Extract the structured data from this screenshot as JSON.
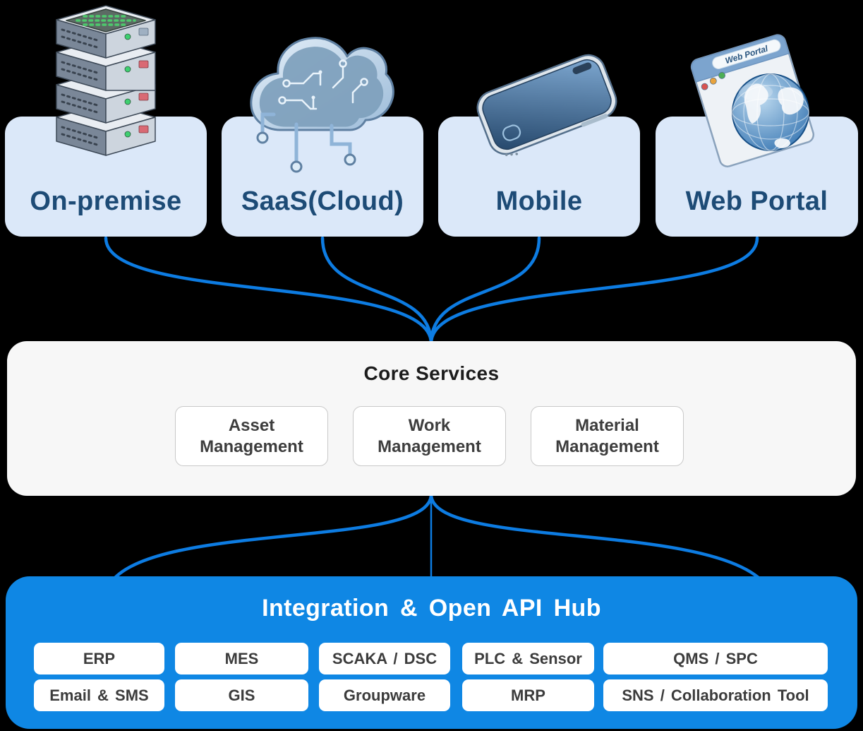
{
  "top_services": [
    {
      "label": "On-premise",
      "icon": "server-stack-icon"
    },
    {
      "label": "SaaS(Cloud)",
      "icon": "circuit-cloud-icon"
    },
    {
      "label": "Mobile",
      "icon": "smartphone-icon"
    },
    {
      "label": "Web Portal",
      "icon": "web-browser-globe-icon"
    }
  ],
  "core_services": {
    "title": "Core Services",
    "modules": [
      {
        "label": "Asset Management"
      },
      {
        "label": "Work Management"
      },
      {
        "label": "Material Management"
      }
    ]
  },
  "hub": {
    "title": "Integration & Open API Hub",
    "row1": [
      {
        "label": "ERP"
      },
      {
        "label": "MES"
      },
      {
        "label": "SCAKA / DSC"
      },
      {
        "label": "PLC & Sensor"
      },
      {
        "label": "QMS / SPC"
      }
    ],
    "row2": [
      {
        "label": "Email & SMS"
      },
      {
        "label": "GIS"
      },
      {
        "label": "Groupware"
      },
      {
        "label": "MRP"
      },
      {
        "label": "SNS / Collaboration Tool"
      }
    ]
  },
  "icons": {
    "browser_title": "Web Portal"
  },
  "colors": {
    "background": "#000000",
    "connector_blue": "#0d7ce2",
    "hub_blue": "#0f87e4",
    "top_box_blue": "#dbe8f9",
    "top_label_navy": "#1d4b76",
    "core_panel_gray": "#f7f7f7"
  }
}
